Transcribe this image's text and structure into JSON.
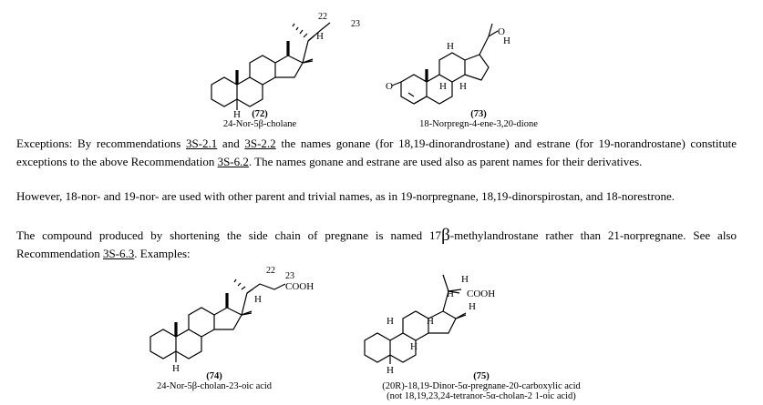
{
  "structures": [
    {
      "id": "72",
      "number": "(72)",
      "name": "24-Nor-5β-cholane",
      "labels": [
        "22",
        "23",
        "H",
        "H"
      ]
    },
    {
      "id": "73",
      "number": "(73)",
      "name": "18-Norpregn-4-ene-3,20-dione",
      "labels": [
        "O",
        "O",
        "H",
        "H",
        "H",
        "H"
      ]
    },
    {
      "id": "74",
      "number": "(74)",
      "name": "24-Nor-5β-cholan-23-oic acid",
      "labels": [
        "22",
        "23",
        "COOH",
        "H",
        "H"
      ]
    },
    {
      "id": "75",
      "number": "(75)",
      "name": "(20R)-18,19-Dinor-5α-pregnane-20-carboxylic acid",
      "name_alt": "(not 18,19,23,24-tetranor-5α-cholan-2 1-oic acid)",
      "labels": [
        "H",
        "COOH",
        "H",
        "H",
        "H",
        "H",
        "H",
        "H"
      ]
    }
  ],
  "paragraphs": {
    "p1": {
      "t1": "Exceptions: By recommendations ",
      "link1": "3S-2.1",
      "t2": " and ",
      "link2": "3S-2.2",
      "t3": " the names gonane (for 18,19-dinorandrostane) and estrane (for 19-norandrostane) constitute exceptions to the above Recommendation ",
      "link3": "3S-6.2",
      "t4": ". The names gonane and estrane are used also as parent names for their derivatives."
    },
    "p2": "However, 18-nor- and 19-nor- are used with other parent and trivial names, as in 19-norpregnane, 18,19-dinorspirostan, and 18-norestrone.",
    "p3": {
      "t1": "The compound produced by shortening the side chain of pregnane is named 17",
      "beta": "β",
      "t2": "-methylandrostane rather than 21-norpregnane. See also Recommendation ",
      "link1": "3S-6.3",
      "t3": ". Examples:"
    }
  }
}
